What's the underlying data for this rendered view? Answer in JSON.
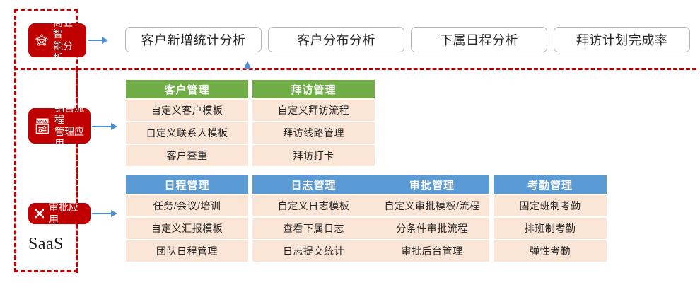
{
  "platform": {
    "boundary_label": "SaaS",
    "accent_color": "#c00000",
    "arrow_color": "#4a90d9"
  },
  "apps": [
    {
      "id": "bi",
      "icon": "network-graph-icon",
      "label": "商业智\n能分析"
    },
    {
      "id": "sales-process",
      "icon": "sale-document-icon",
      "label": "销售流程\n管理应用"
    },
    {
      "id": "approval",
      "icon": "cross-icon",
      "label": "审批应用"
    }
  ],
  "analysis_buttons": [
    {
      "label": "客户新增统计分析"
    },
    {
      "label": "客户分布分析"
    },
    {
      "label": "下属日程分析"
    },
    {
      "label": "拜访计划完成率"
    }
  ],
  "module_groups": [
    {
      "id": "sales-row",
      "header_color": "#70ad47",
      "modules": [
        {
          "title": "客户管理",
          "items": [
            "自定义客户模板",
            "自定义联系人模板",
            "客户查重"
          ]
        },
        {
          "title": "拜访管理",
          "items": [
            "自定义拜访流程",
            "拜访线路管理",
            "拜访打卡"
          ]
        }
      ]
    },
    {
      "id": "approval-row",
      "header_color": "#5b9bd5",
      "modules": [
        {
          "title": "日程管理",
          "items": [
            "任务/会议/培训",
            "自定义汇报模板",
            "团队日程管理"
          ]
        },
        {
          "title": "日志管理",
          "items": [
            "自定义日志模板",
            "查看下属日志",
            "日志提交统计"
          ]
        },
        {
          "title": "审批管理",
          "items": [
            "自定义审批模板/流程",
            "分条件审批流程",
            "审批后台管理"
          ]
        },
        {
          "title": "考勤管理",
          "items": [
            "固定班制考勤",
            "排班制考勤",
            "弹性考勤"
          ]
        }
      ]
    }
  ],
  "row_colors": {
    "cell_background": "#fbe5d6"
  }
}
